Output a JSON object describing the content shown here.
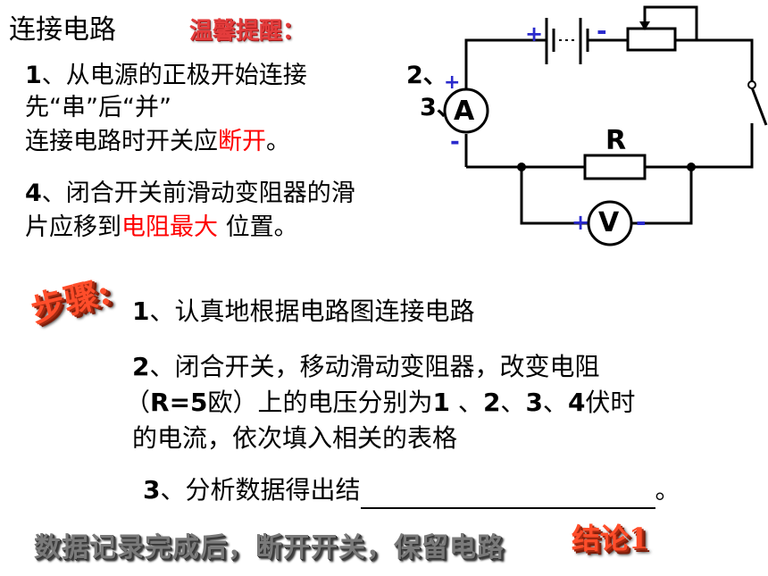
{
  "title": "连接电路",
  "reminder": "温馨提醒：",
  "tips": {
    "tip1_num": "1",
    "tip1_line1_text": "、从电源的正极开始连接",
    "tip2_label": "2、",
    "tip3_label": "3、",
    "tip_line2": "先“串”后“并”",
    "tip_line3_pre": "连接电路时开关应",
    "tip_line3_red": "断开",
    "tip_line3_post": "。",
    "tip4_num": "4",
    "tip4_line1_text": "、闭合开关前滑动变阻器的滑",
    "tip4_line2_pre": "片应移到",
    "tip4_line2_red": "电阻最大",
    "tip4_line2_post": " 位置。"
  },
  "circuit": {
    "battery_plus": "+",
    "battery_minus": "-",
    "ammeter_label": "A",
    "ammeter_plus": "+",
    "ammeter_minus": "-",
    "resistor_label": "R",
    "voltmeter_label": "V",
    "voltmeter_plus": "+",
    "voltmeter_minus": "-"
  },
  "steps_art": "步骤:",
  "steps": {
    "s1_num": "1",
    "s1_text": "、认真地根据电路图连接电路",
    "s2_num": "2",
    "s2_line1": "、闭合开关，移动滑动变阻器，改变电阻",
    "s2_line2_a": "（",
    "s2_line2_b": "R=5",
    "s2_line2_c": "欧）上的电压分别为",
    "s2_line2_d": "1",
    "s2_line2_e": " 、",
    "s2_line2_f": "2",
    "s2_line2_g": "、",
    "s2_line2_h": "3",
    "s2_line2_i": "、",
    "s2_line2_j": "4",
    "s2_line2_k": "伏时",
    "s2_line3": "的电流，依次填入相关的表格",
    "s3_num": "3",
    "s3_text": "、分析数据得出结",
    "s3_end": "。"
  },
  "bottom_art": "数据记录完成后，断开开关，保留电路",
  "conclusion_art": "结论1"
}
